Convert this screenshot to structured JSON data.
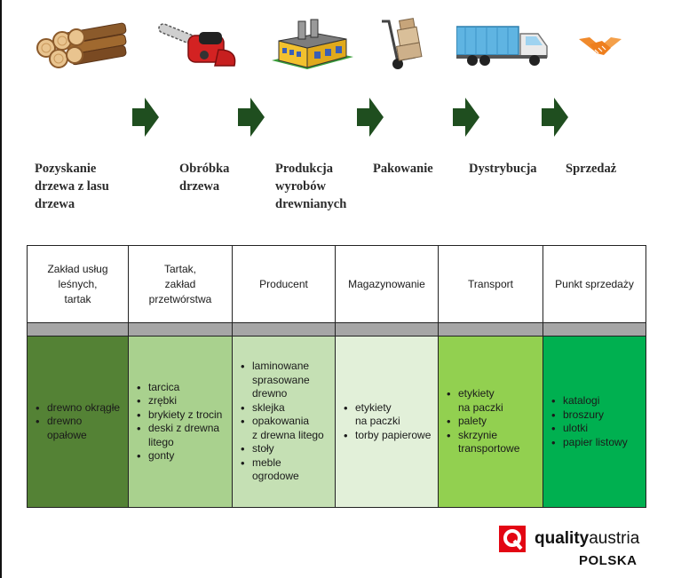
{
  "stages": [
    {
      "label": "Pozyskanie\ndrzewa z lasu\ndrzewa",
      "icon": "logs-icon"
    },
    {
      "label": "Obróbka\ndrzewa",
      "icon": "chainsaw-icon"
    },
    {
      "label": "Produkcja\nwyrobów\ndrewnianych",
      "icon": "factory-icon"
    },
    {
      "label": "Pakowanie",
      "icon": "hand-truck-icon"
    },
    {
      "label": "Dystrybucja",
      "icon": "truck-icon"
    },
    {
      "label": "Sprzedaż",
      "icon": "handshake-icon"
    }
  ],
  "arrows": [
    "arrow-right-icon",
    "arrow-right-icon",
    "arrow-right-icon",
    "arrow-right-icon",
    "arrow-right-icon"
  ],
  "table": {
    "columns": [
      {
        "header": "Zakład usług\nleśnych,\ntartak",
        "color": "#548235",
        "items": [
          "drewno okrągłe",
          "drewno\nopałowe"
        ]
      },
      {
        "header": "Tartak,\nzakład\nprzetwórstwa",
        "color": "#a9d18e",
        "items": [
          "tarcica",
          "zrębki",
          "brykiety z trocin",
          "deski z drewna\nlitego",
          "gonty"
        ]
      },
      {
        "header": "Producent",
        "color": "#c5e0b4",
        "items": [
          "laminowane\nsprasowane\ndrewno",
          "sklejka",
          "opakowania\nz drewna litego",
          "stoły",
          "meble\nogrodowe"
        ]
      },
      {
        "header": "Magazynowanie",
        "color": "#e2f0d9",
        "items": [
          "etykiety\nna paczki",
          "torby papierowe"
        ]
      },
      {
        "header": "Transport",
        "color": "#92d050",
        "items": [
          "etykiety\nna paczki",
          "palety",
          "skrzynie\ntransportowe"
        ]
      },
      {
        "header": "Punkt sprzedaży",
        "color": "#00b050",
        "items": [
          "katalogi",
          "broszury",
          "ulotki",
          "papier listowy"
        ]
      }
    ],
    "band_color": "#a6a6a6"
  },
  "logo": {
    "name_regular": "quality",
    "name_light": "austria",
    "country": "POLSKA",
    "brand_color": "#e30613",
    "icon": "q-logo-icon"
  }
}
